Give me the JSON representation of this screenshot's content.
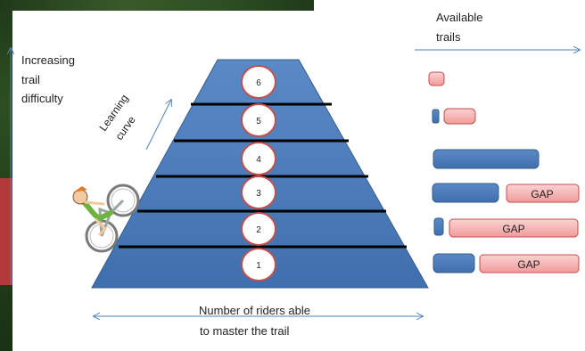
{
  "labels": {
    "available_trails": [
      "Available",
      "trails"
    ],
    "increasing_difficulty": [
      "Increasing",
      "trail",
      "difficulty"
    ],
    "learning_curve": [
      "Learning",
      "curve"
    ],
    "riders": [
      "Number of riders able",
      "to master the trail"
    ]
  },
  "levels": [
    "1",
    "2",
    "3",
    "4",
    "5",
    "6"
  ],
  "gap_label": "GAP",
  "colors": {
    "pyramid": "#4f81bd",
    "pyramid_stroke": "#385d8a",
    "trail_red": "#f4a6a6",
    "trail_red_stroke": "#c0504d",
    "circle_stroke": "#c0504d",
    "arrow": "#4f81bd"
  }
}
